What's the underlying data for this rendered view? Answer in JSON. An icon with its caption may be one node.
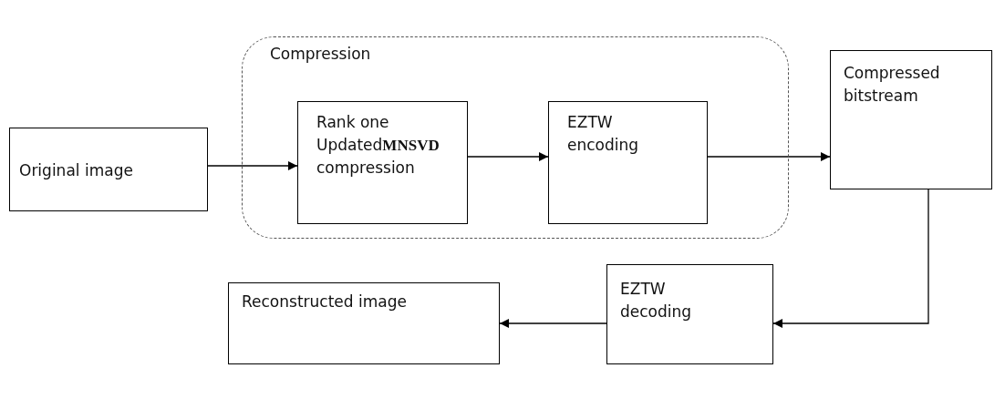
{
  "diagram": {
    "nodes": [
      {
        "text": [
          "Compression"
        ]
      },
      {
        "text": [
          "Original image"
        ]
      },
      {
        "text": [
          "Rank one Updated**MNSVD** compression"
        ],
        "in": 0
      },
      {
        "text": [
          "EZTW encoding"
        ],
        "in": 0
      },
      {
        "text": [
          "Compressed bitstream"
        ]
      },
      {
        "text": [
          "EZTW decoding"
        ]
      },
      {
        "text": [
          "Reconstructed image"
        ]
      }
    ],
    "edges": [
      {
        "from": 1,
        "to": 2,
        "arrow": "to"
      },
      {
        "from": 2,
        "to": 3,
        "arrow": "to"
      },
      {
        "from": 3,
        "to": 4,
        "arrow": "to"
      },
      {
        "from": 4,
        "to": 5,
        "arrow": "to"
      },
      {
        "from": 5,
        "to": 6,
        "arrow": "to"
      }
    ]
  }
}
